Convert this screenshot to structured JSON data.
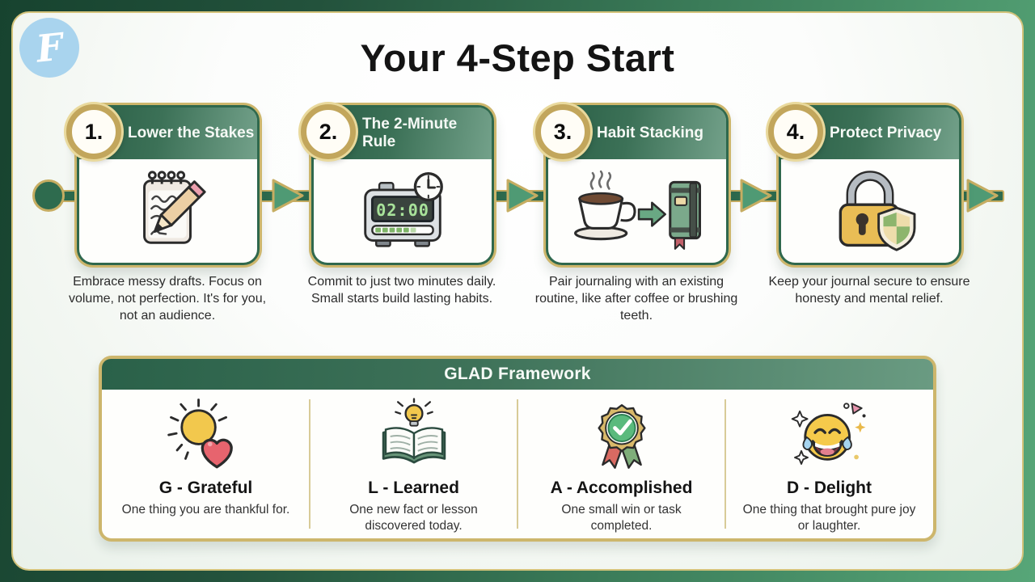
{
  "header": {
    "title": "Your 4-Step Start",
    "logo_letter": "F"
  },
  "colors": {
    "frame_green_dark": "#17432f",
    "frame_green_light": "#57a678",
    "gold": "#cdb66c",
    "step_header_green": "#2a5f46",
    "logo_blue": "#a9d4ee"
  },
  "steps": [
    {
      "number": "1.",
      "title": "Lower the Stakes",
      "icon": "notepad-pencil-icon",
      "description": "Embrace messy drafts. Focus on volume, not perfection. It's for you, not an audience."
    },
    {
      "number": "2.",
      "title": "The 2-Minute Rule",
      "icon": "digital-timer-icon",
      "timer_display": "02:00",
      "description": "Commit to just two minutes daily. Small starts build lasting habits."
    },
    {
      "number": "3.",
      "title": "Habit Stacking",
      "icon": "coffee-to-journal-icon",
      "description": "Pair journaling with an existing routine, like after coffee or brushing teeth."
    },
    {
      "number": "4.",
      "title": "Protect Privacy",
      "icon": "padlock-shield-icon",
      "description": "Keep your journal secure to ensure honesty and mental relief."
    }
  ],
  "framework": {
    "title": "GLAD Framework",
    "items": [
      {
        "title": "G - Grateful",
        "icon": "sun-heart-icon",
        "description": "One thing you are thankful for."
      },
      {
        "title": "L - Learned",
        "icon": "book-lightbulb-icon",
        "description": "One new fact or lesson discovered today."
      },
      {
        "title": "A - Accomplished",
        "icon": "award-badge-check-icon",
        "description": "One small win or task completed."
      },
      {
        "title": "D - Delight",
        "icon": "laughing-emoji-icon",
        "description": "One thing that brought pure joy or laughter."
      }
    ]
  }
}
